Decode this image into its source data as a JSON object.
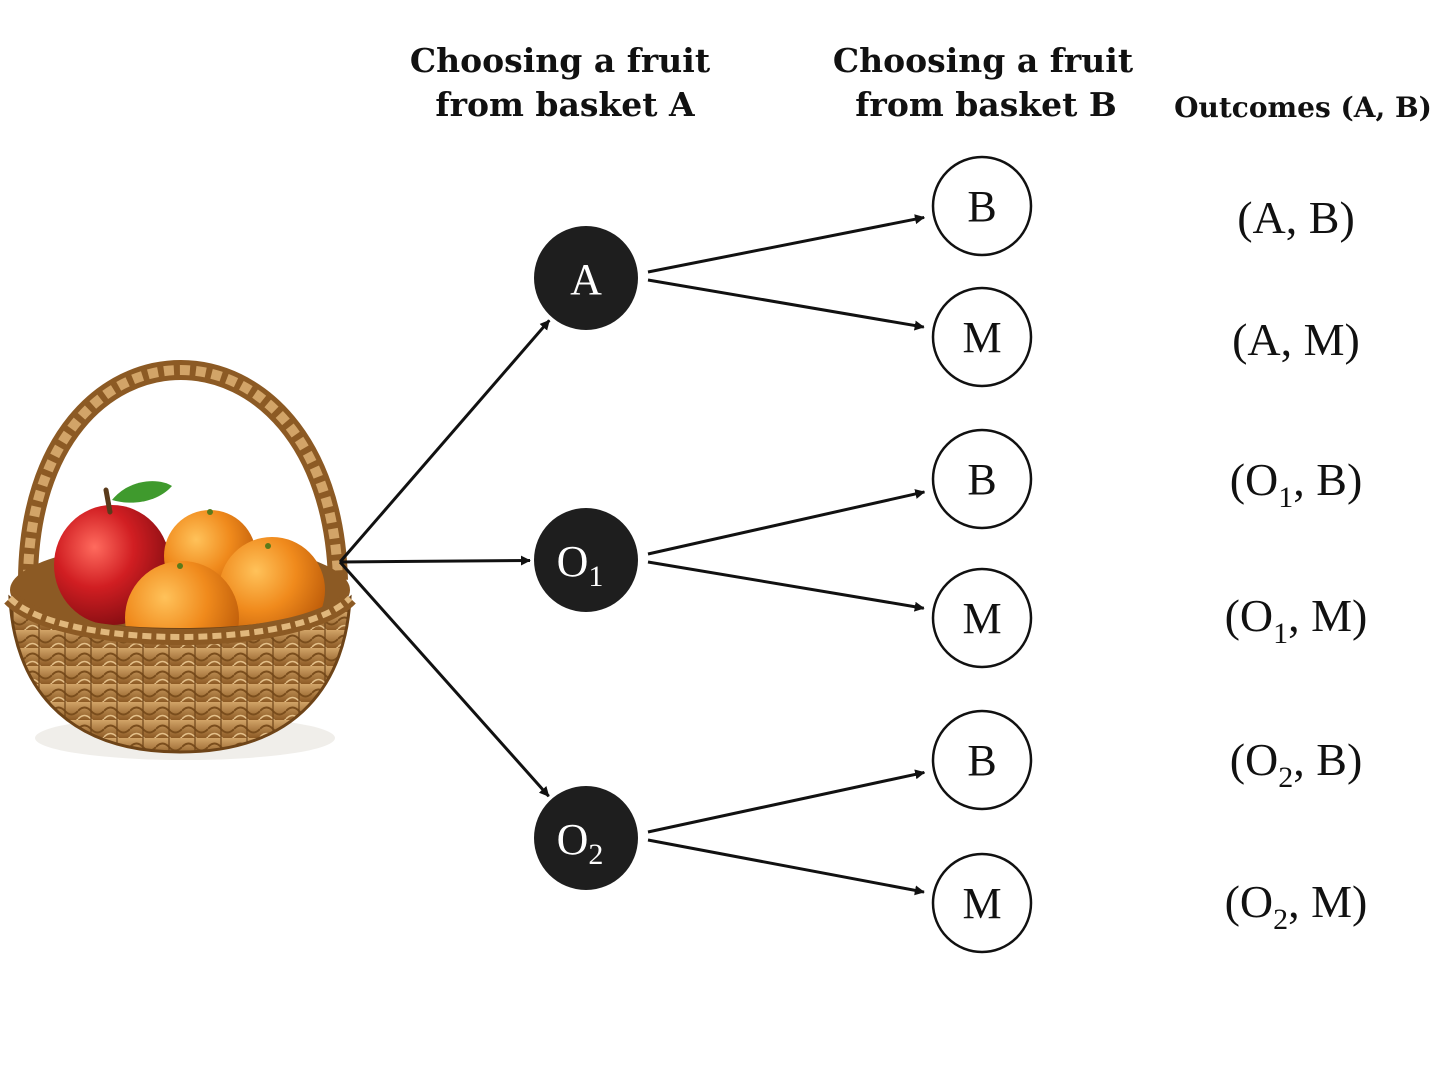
{
  "headers": {
    "basket_a": [
      "Choosing a fruit",
      "from basket A"
    ],
    "basket_b": [
      "Choosing a fruit",
      "from basket B"
    ],
    "outcomes": "Outcomes (A, B)"
  },
  "level1": [
    {
      "main": "A",
      "sub": ""
    },
    {
      "main": "O",
      "sub": "1"
    },
    {
      "main": "O",
      "sub": "2"
    }
  ],
  "level2": [
    {
      "label": "B"
    },
    {
      "label": "M"
    },
    {
      "label": "B"
    },
    {
      "label": "M"
    },
    {
      "label": "B"
    },
    {
      "label": "M"
    }
  ],
  "outcomes": [
    {
      "open": "(A",
      "sub": "",
      "close": ", B)"
    },
    {
      "open": "(A",
      "sub": "",
      "close": ", M)"
    },
    {
      "open": "(O",
      "sub": "1",
      "close": ", B)"
    },
    {
      "open": "(O",
      "sub": "1",
      "close": ", M)"
    },
    {
      "open": "(O",
      "sub": "2",
      "close": ", B)"
    },
    {
      "open": "(O",
      "sub": "2",
      "close": ", M)"
    }
  ],
  "colors": {
    "dark_node": "#1e1e1e",
    "edge": "#111111",
    "apple": "#c8161d",
    "orange": "#f08a1c",
    "basket": "#b98546"
  },
  "icons": {
    "basket": "fruit-basket-illustration"
  }
}
